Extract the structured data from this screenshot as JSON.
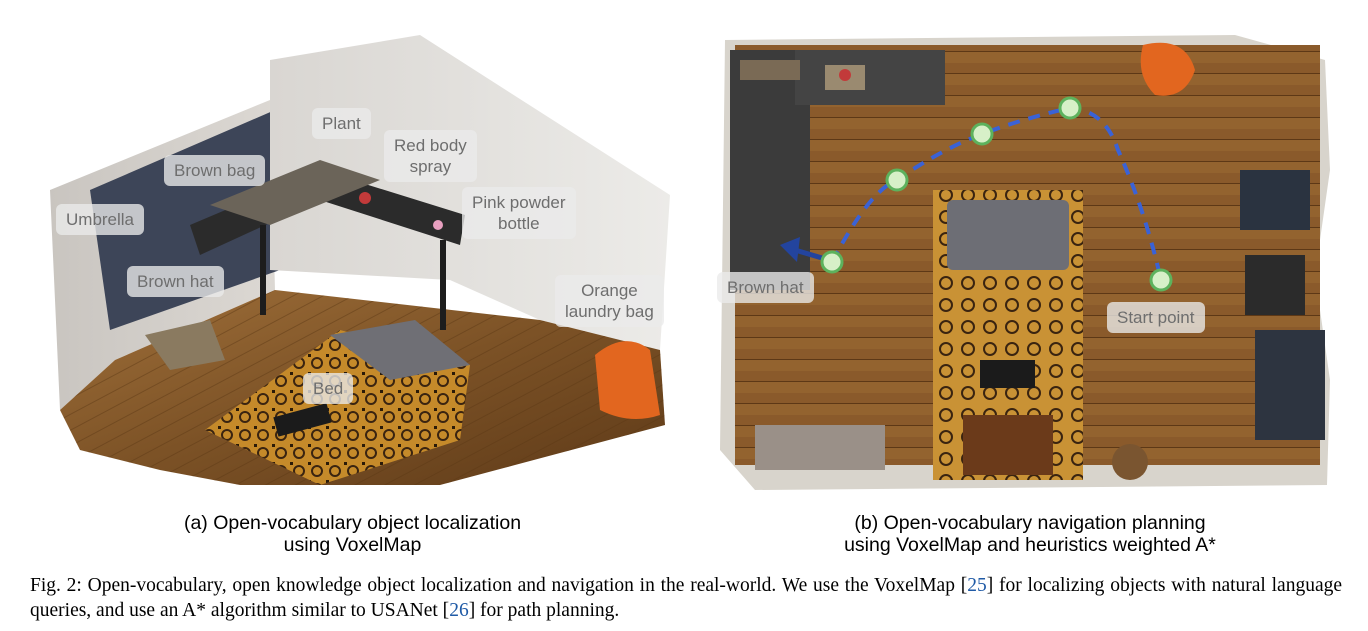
{
  "panel_a": {
    "labels": {
      "plant": "Plant",
      "red_body_spray_1": "Red body",
      "red_body_spray_2": "spray",
      "brown_bag": "Brown bag",
      "umbrella": "Umbrella",
      "pink_powder_1": "Pink powder",
      "pink_powder_2": "bottle",
      "brown_hat": "Brown hat",
      "orange_laundry_1": "Orange",
      "orange_laundry_2": "laundry bag",
      "bed": "Bed"
    },
    "caption_line1": "(a) Open-vocabulary object localization",
    "caption_line2": "using VoxelMap"
  },
  "panel_b": {
    "labels": {
      "brown_hat": "Brown hat",
      "start_point": "Start point"
    },
    "caption_line1": "(b) Open-vocabulary navigation planning",
    "caption_line2": "using VoxelMap and heuristics weighted A*"
  },
  "figure_caption": {
    "p1": "Fig. 2: Open-vocabulary, open knowledge object localization and navigation in the real-world. We use the VoxelMap [",
    "ref1": "25",
    "p2": "] for localizing objects with natural language queries, and use an A* algorithm similar to USANet [",
    "ref2": "26",
    "p3": "] for path planning."
  },
  "colors": {
    "path": "#3a62d6",
    "waypoint_fill": "#d7f0c8",
    "waypoint_stroke": "#5db25d",
    "arrow": "#23449e"
  }
}
